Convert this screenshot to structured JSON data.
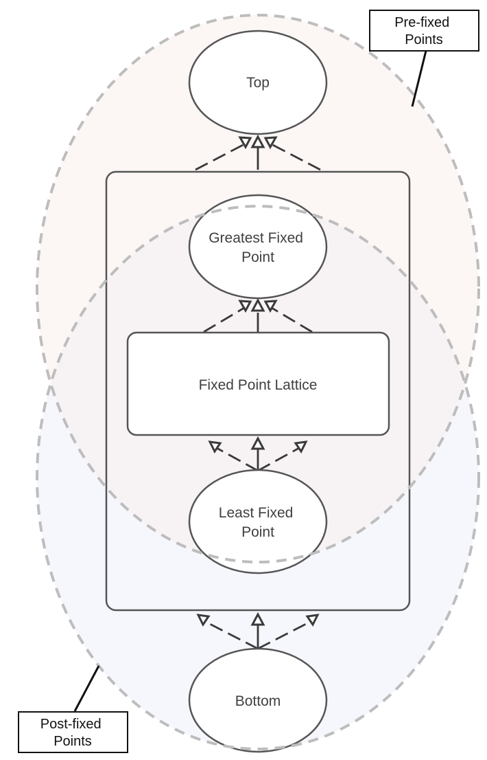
{
  "nodes": {
    "top": "Top",
    "greatest_fixed_point": [
      "Greatest Fixed",
      "Point"
    ],
    "fixed_point_lattice": "Fixed Point Lattice",
    "least_fixed_point": [
      "Least Fixed",
      "Point"
    ],
    "bottom": "Bottom"
  },
  "callouts": {
    "pre_fixed_points": [
      "Pre-fixed",
      "Points"
    ],
    "post_fixed_points": [
      "Post-fixed",
      "Points"
    ]
  },
  "colors": {
    "pre_fixed_region": "#f9eeec",
    "post_fixed_region": "#e9eef9",
    "node_stroke": "#555555",
    "region_stroke": "#bdbdbd"
  },
  "edges": [
    {
      "from": "lattice-container",
      "to": "top",
      "style": "dashed"
    },
    {
      "from": "lattice-container",
      "to": "top",
      "style": "solid"
    },
    {
      "from": "fixed-point-lattice",
      "to": "greatest-fixed-point",
      "style": "dashed"
    },
    {
      "from": "fixed-point-lattice",
      "to": "greatest-fixed-point",
      "style": "solid"
    },
    {
      "from": "least-fixed-point",
      "to": "fixed-point-lattice",
      "style": "dashed"
    },
    {
      "from": "least-fixed-point",
      "to": "fixed-point-lattice",
      "style": "solid"
    },
    {
      "from": "bottom",
      "to": "lattice-container",
      "style": "dashed"
    },
    {
      "from": "bottom",
      "to": "lattice-container",
      "style": "solid"
    }
  ]
}
